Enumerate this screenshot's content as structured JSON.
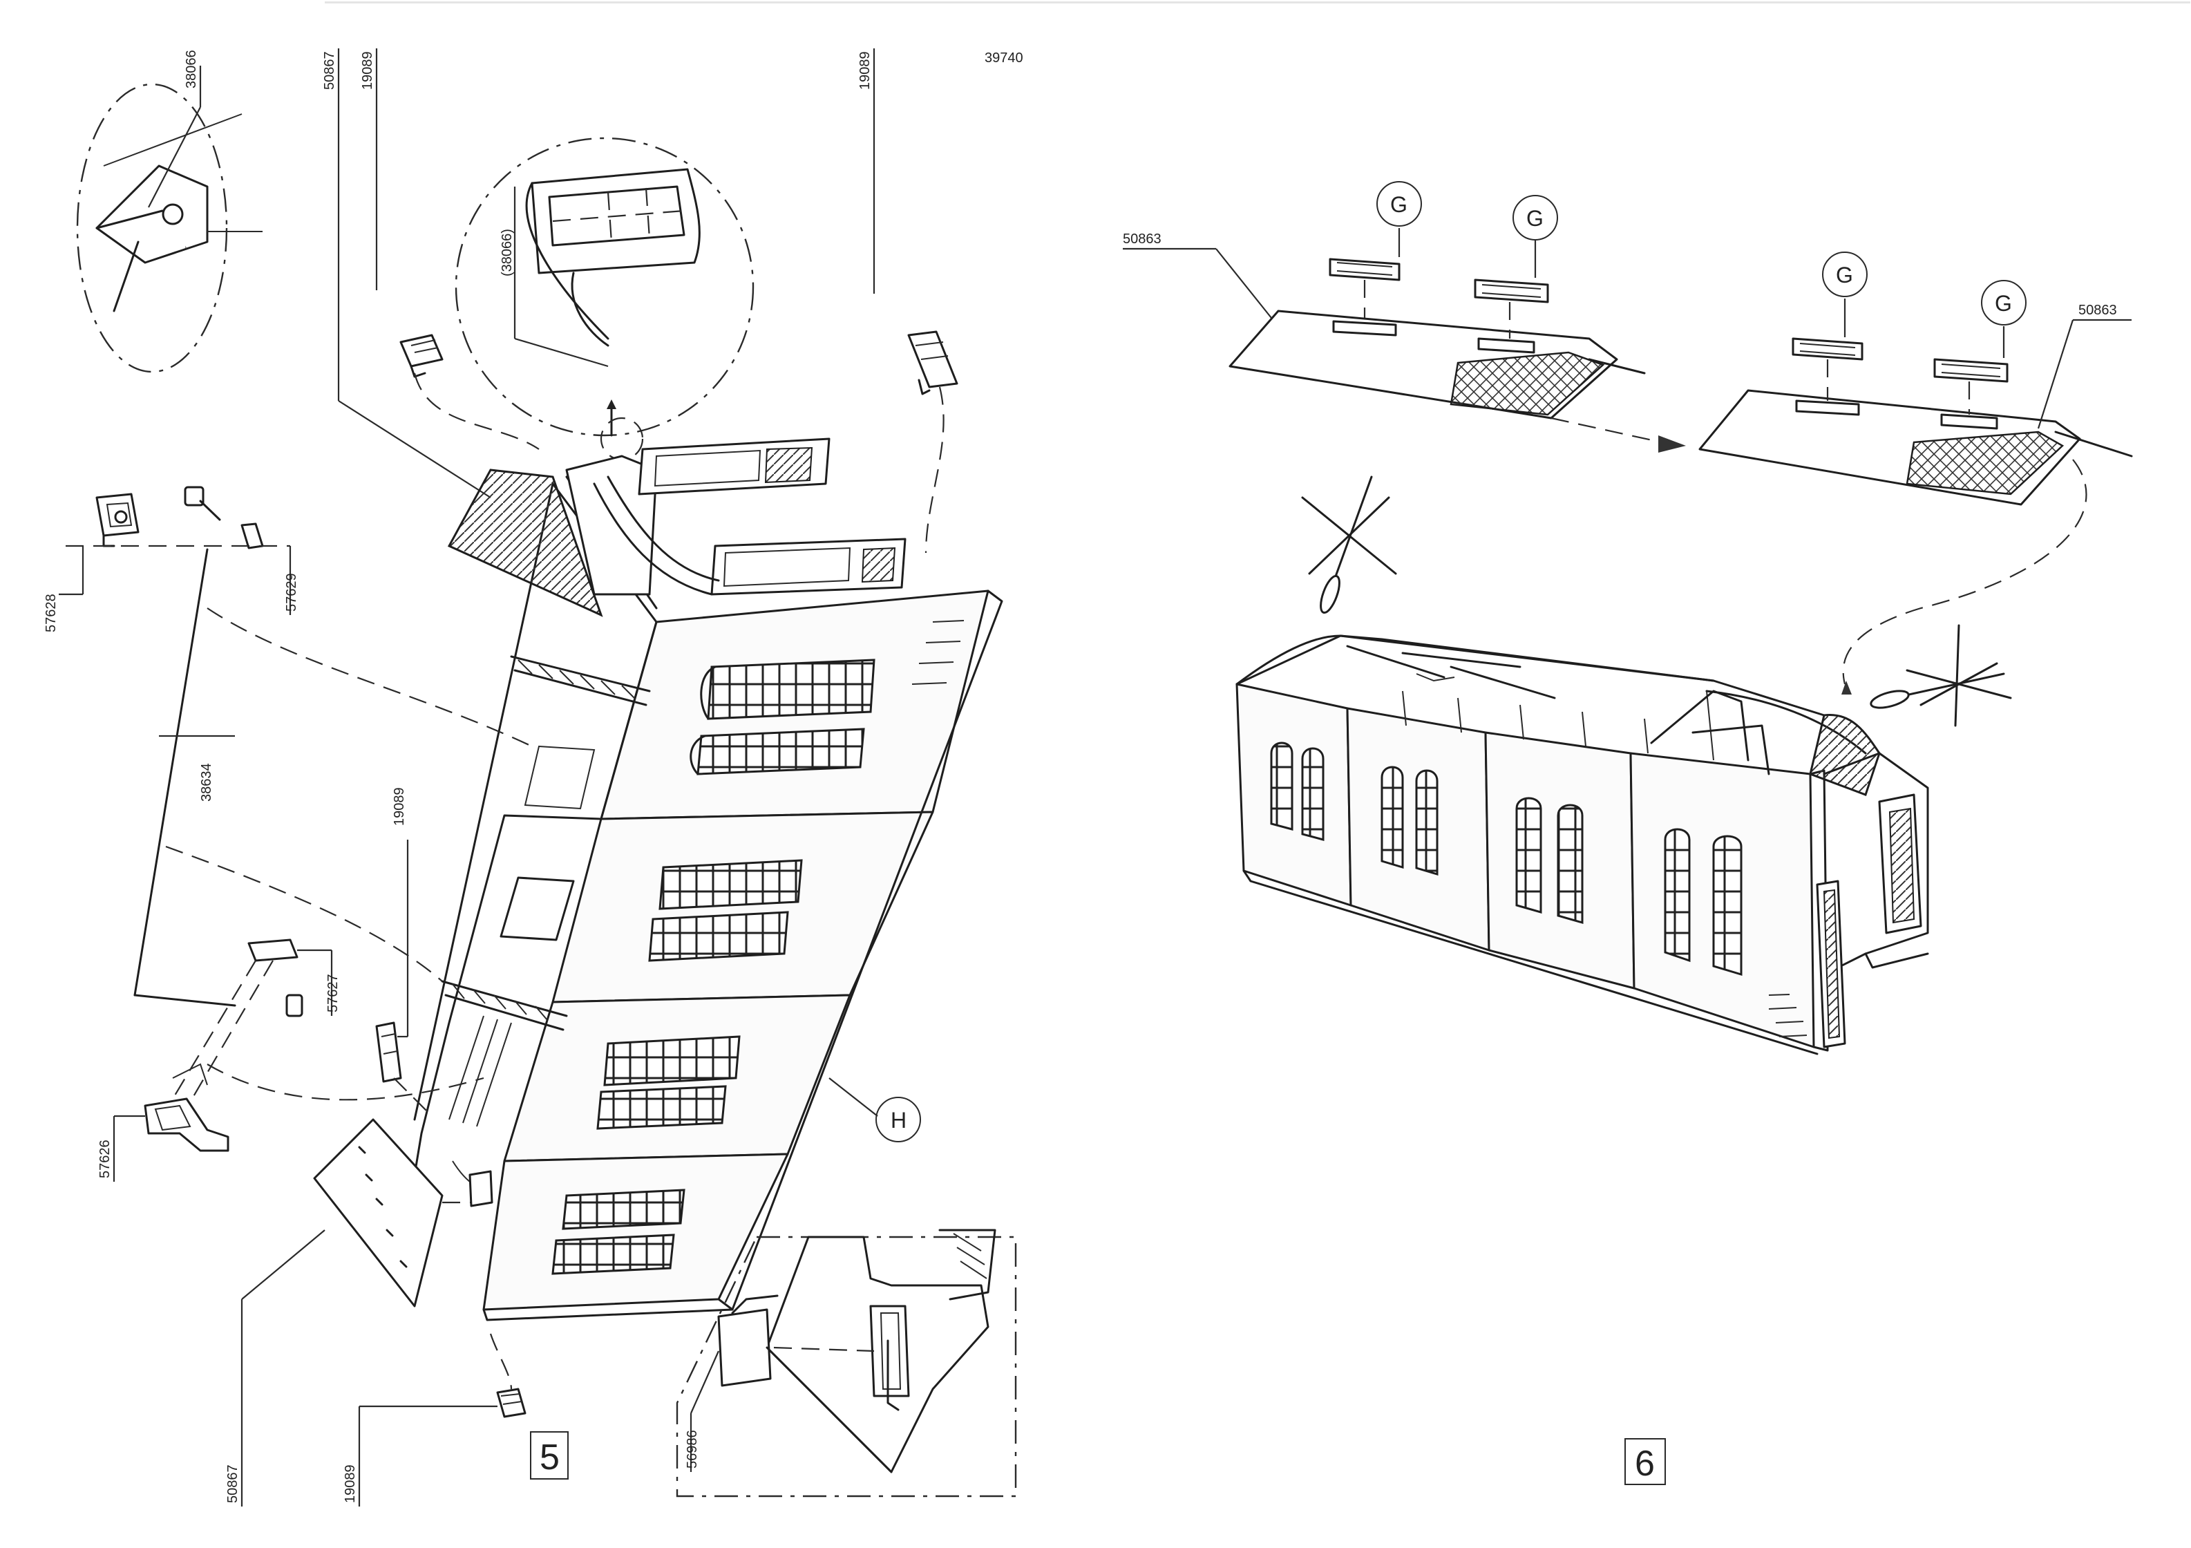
{
  "document": {
    "drawing_number": "39740",
    "steps": [
      "5",
      "6"
    ]
  },
  "step5": {
    "part_labels": {
      "p38066_top": "38066",
      "p50867_top": "50867",
      "p19089_top_left": "19089",
      "p19089_top_right": "19089",
      "p38066_inset": "(38066)",
      "p57628": "57628",
      "p57629": "57629",
      "p38634": "38634",
      "p19089_mid": "19089",
      "p57627": "57627",
      "p57626": "57626",
      "p50867_bottom": "50867",
      "p19089_bottom": "19089",
      "p56986": "56986"
    },
    "callout_h": "H"
  },
  "step6": {
    "part_labels": {
      "p50863_left": "50863",
      "p50863_right": "50863"
    },
    "callouts_g": [
      "G",
      "G",
      "G",
      "G"
    ]
  }
}
